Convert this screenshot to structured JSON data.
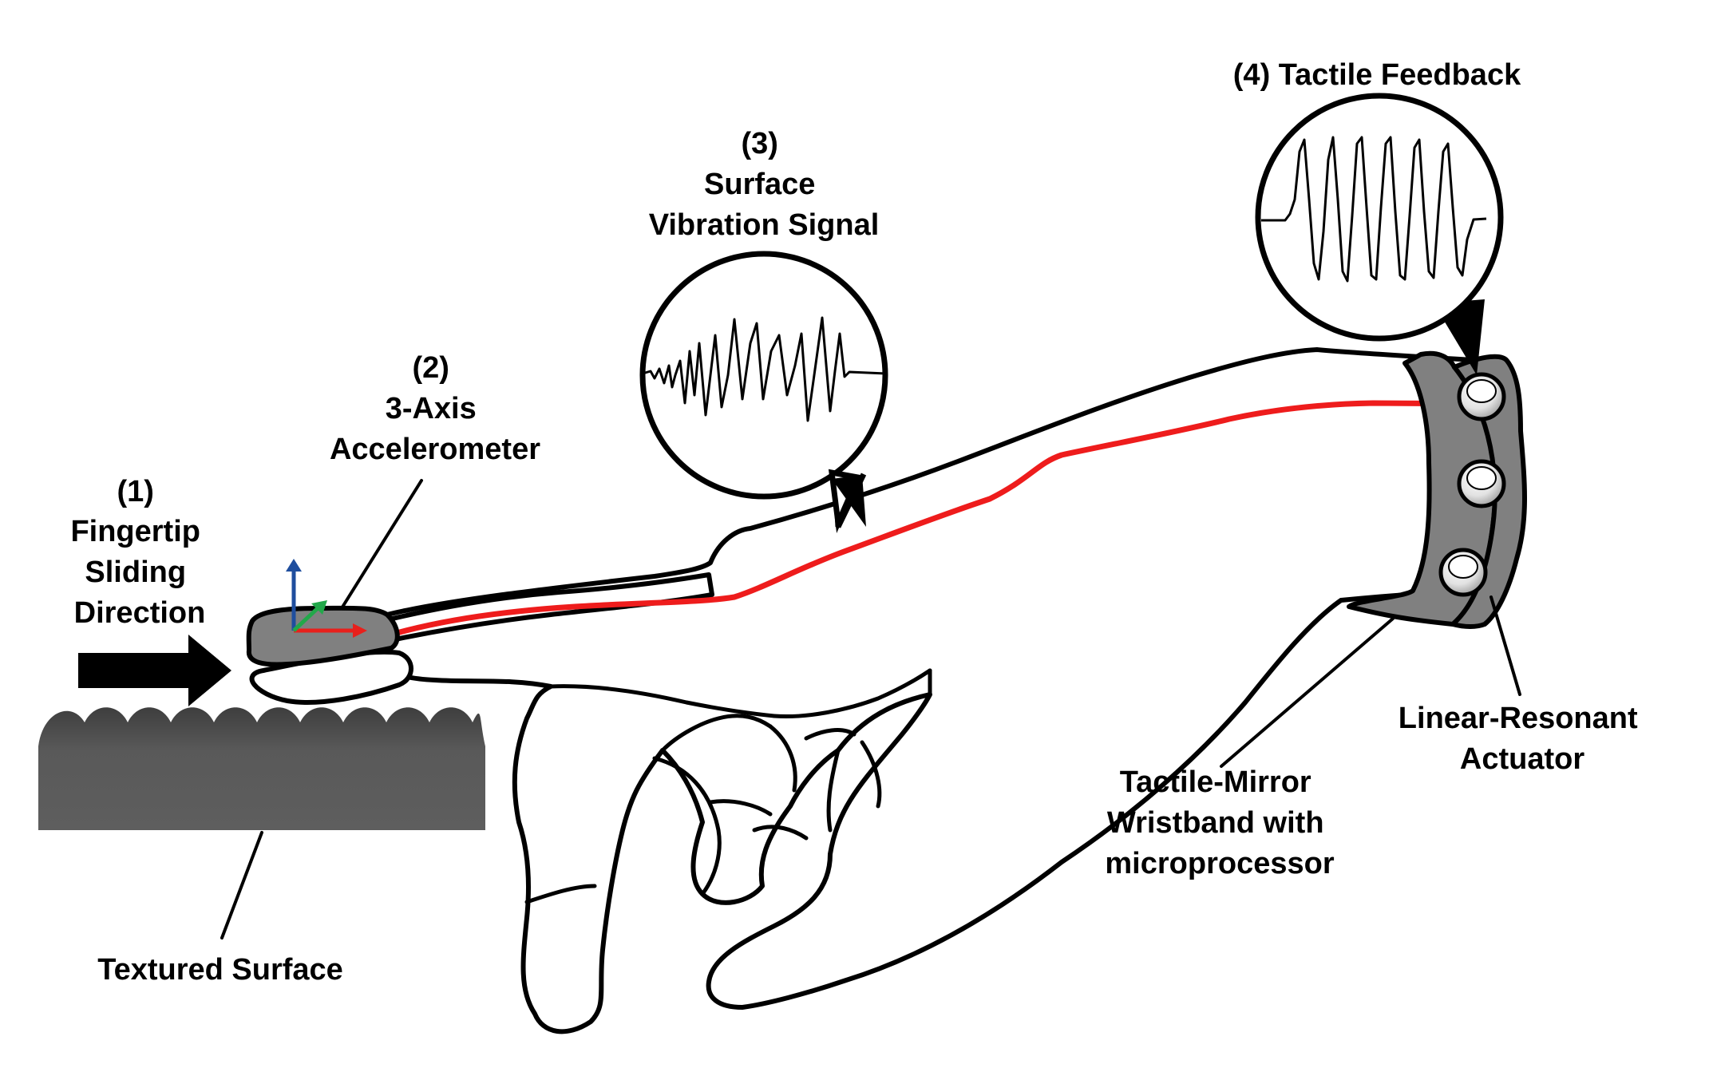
{
  "labels": {
    "fingertip": [
      "(1)",
      "Fingertip",
      "Sliding",
      "Direction"
    ],
    "accelerometer": [
      "(2)",
      "3-Axis",
      "Accelerometer"
    ],
    "vibration": [
      "(3)",
      "Surface",
      "Vibration Signal"
    ],
    "feedback": [
      "(4) Tactile Feedback"
    ],
    "textured_surface": [
      "Textured Surface"
    ],
    "wristband": [
      "Tactile-Mirror",
      "Wristband with",
      "microprocessor"
    ],
    "actuator": [
      "Linear-Resonant",
      "Actuator"
    ]
  },
  "colors": {
    "cable": "#ee1c1c",
    "surface": "#595959",
    "device": "#808080",
    "axis_x": "#e8201c",
    "axis_y": "#1f4e9e",
    "axis_z": "#22a84a"
  },
  "icons": {
    "direction_arrow": "right-arrow-icon",
    "axes": "xyz-axes-icon"
  }
}
